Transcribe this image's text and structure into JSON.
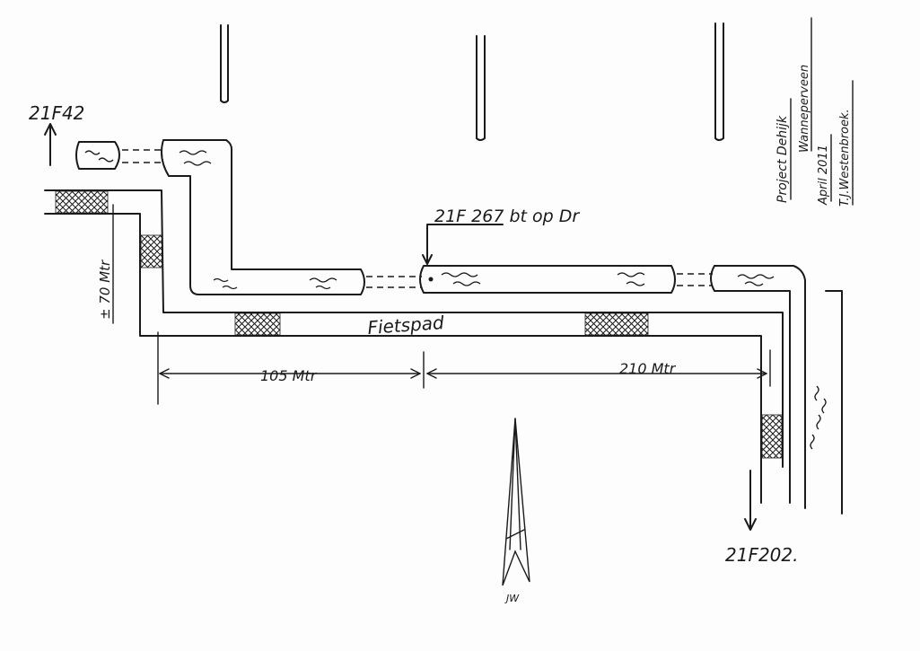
{
  "labels": {
    "ref_top_left": "21F42",
    "ref_bottom_right": "21F202.",
    "ref_middle": "21F 267  bt op Dr",
    "path_name": "Fietspad",
    "dim_left": "105 Mtr",
    "dim_right": "210 Mtr",
    "dim_vertical": "± 70 Mtr",
    "signature": "JW"
  },
  "title_block": {
    "line1": "Project Dehijk",
    "line2": "Wanneperveen",
    "line3": "April 2011",
    "line4": "T.J.Westenbroek."
  }
}
